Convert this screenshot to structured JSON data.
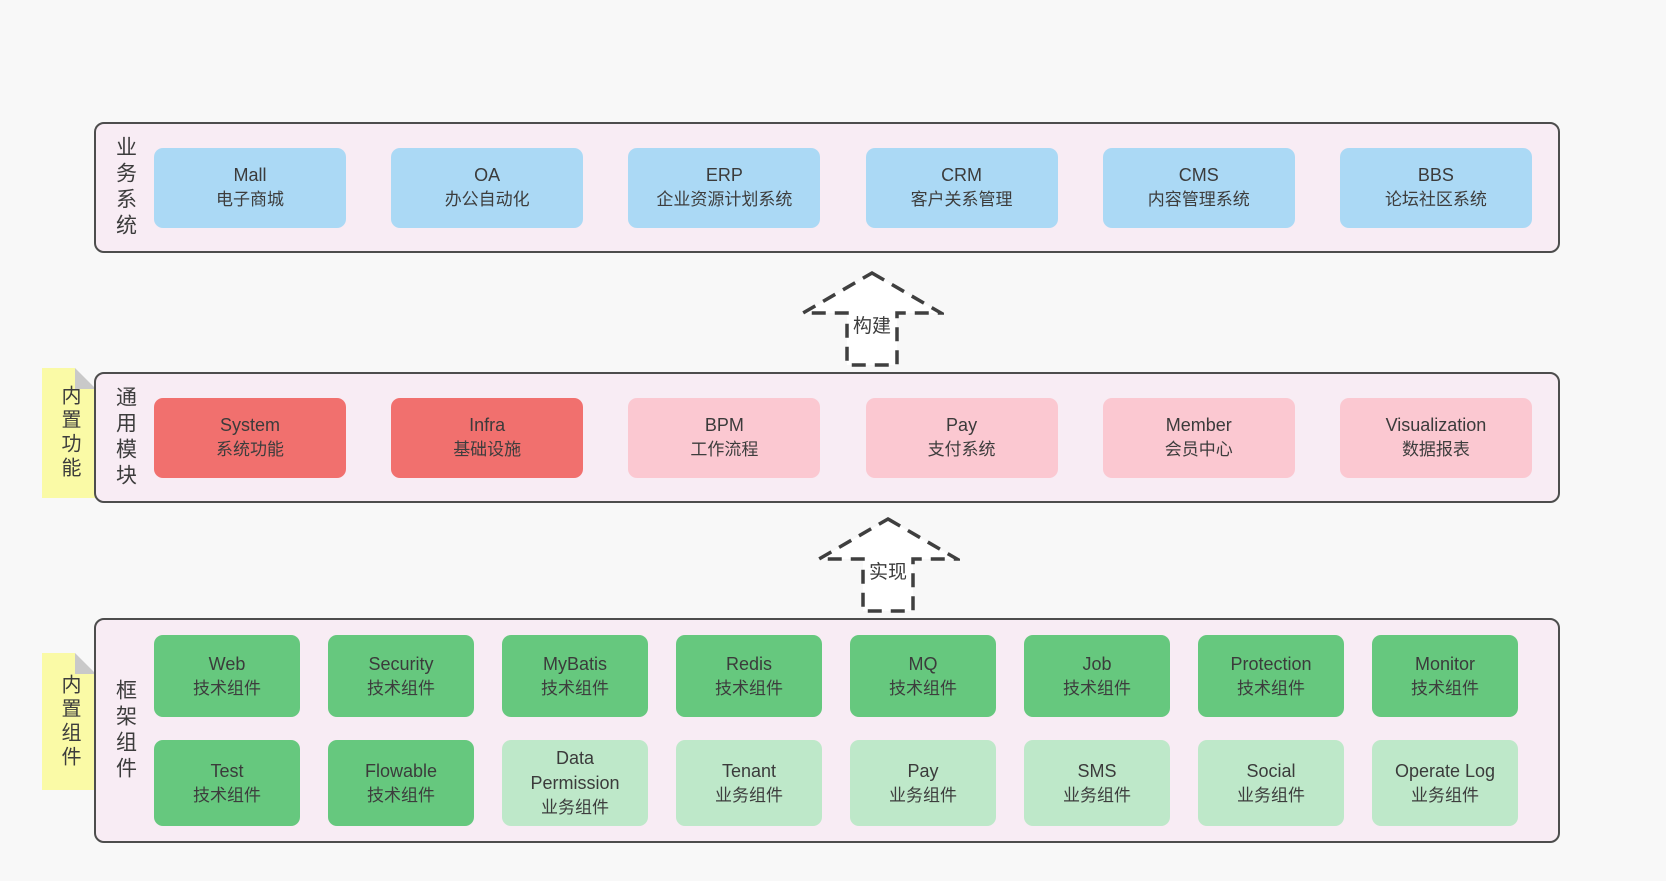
{
  "colors": {
    "page_bg": "#f8f8f8",
    "band_bg": "#f8ecf4",
    "band_border": "#4d4d4d",
    "blue_box": "#abd9f5",
    "red_box": "#f1706e",
    "pink_box": "#fbc8d1",
    "green_box": "#66c87e",
    "green_light_box": "#bee8c9",
    "sticky_note": "#fafaa6",
    "text": "#3f3f3f"
  },
  "arrows": [
    {
      "label": "构建"
    },
    {
      "label": "实现"
    }
  ],
  "bands": [
    {
      "label": "业务系统",
      "boxes": [
        {
          "title": "Mall",
          "subtitle": "电子商城"
        },
        {
          "title": "OA",
          "subtitle": "办公自动化"
        },
        {
          "title": "ERP",
          "subtitle": "企业资源计划系统"
        },
        {
          "title": "CRM",
          "subtitle": "客户关系管理"
        },
        {
          "title": "CMS",
          "subtitle": "内容管理系统"
        },
        {
          "title": "BBS",
          "subtitle": "论坛社区系统"
        }
      ]
    },
    {
      "label": "通用模块",
      "sticky": "内置功能",
      "boxes": [
        {
          "title": "System",
          "subtitle": "系统功能"
        },
        {
          "title": "Infra",
          "subtitle": "基础设施"
        },
        {
          "title": "BPM",
          "subtitle": "工作流程"
        },
        {
          "title": "Pay",
          "subtitle": "支付系统"
        },
        {
          "title": "Member",
          "subtitle": "会员中心"
        },
        {
          "title": "Visualization",
          "subtitle": "数据报表"
        }
      ]
    },
    {
      "label": "框架组件",
      "sticky": "内置组件",
      "rows": [
        [
          {
            "title": "Web",
            "subtitle": "技术组件"
          },
          {
            "title": "Security",
            "subtitle": "技术组件"
          },
          {
            "title": "MyBatis",
            "subtitle": "技术组件"
          },
          {
            "title": "Redis",
            "subtitle": "技术组件"
          },
          {
            "title": "MQ",
            "subtitle": "技术组件"
          },
          {
            "title": "Job",
            "subtitle": "技术组件"
          },
          {
            "title": "Protection",
            "subtitle": "技术组件"
          },
          {
            "title": "Monitor",
            "subtitle": "技术组件"
          }
        ],
        [
          {
            "title": "Test",
            "subtitle": "技术组件"
          },
          {
            "title": "Flowable",
            "subtitle": "技术组件"
          },
          {
            "title": "Data Permission",
            "subtitle": "业务组件"
          },
          {
            "title": "Tenant",
            "subtitle": "业务组件"
          },
          {
            "title": "Pay",
            "subtitle": "业务组件"
          },
          {
            "title": "SMS",
            "subtitle": "业务组件"
          },
          {
            "title": "Social",
            "subtitle": "业务组件"
          },
          {
            "title": "Operate Log",
            "subtitle": "业务组件"
          }
        ]
      ]
    }
  ]
}
